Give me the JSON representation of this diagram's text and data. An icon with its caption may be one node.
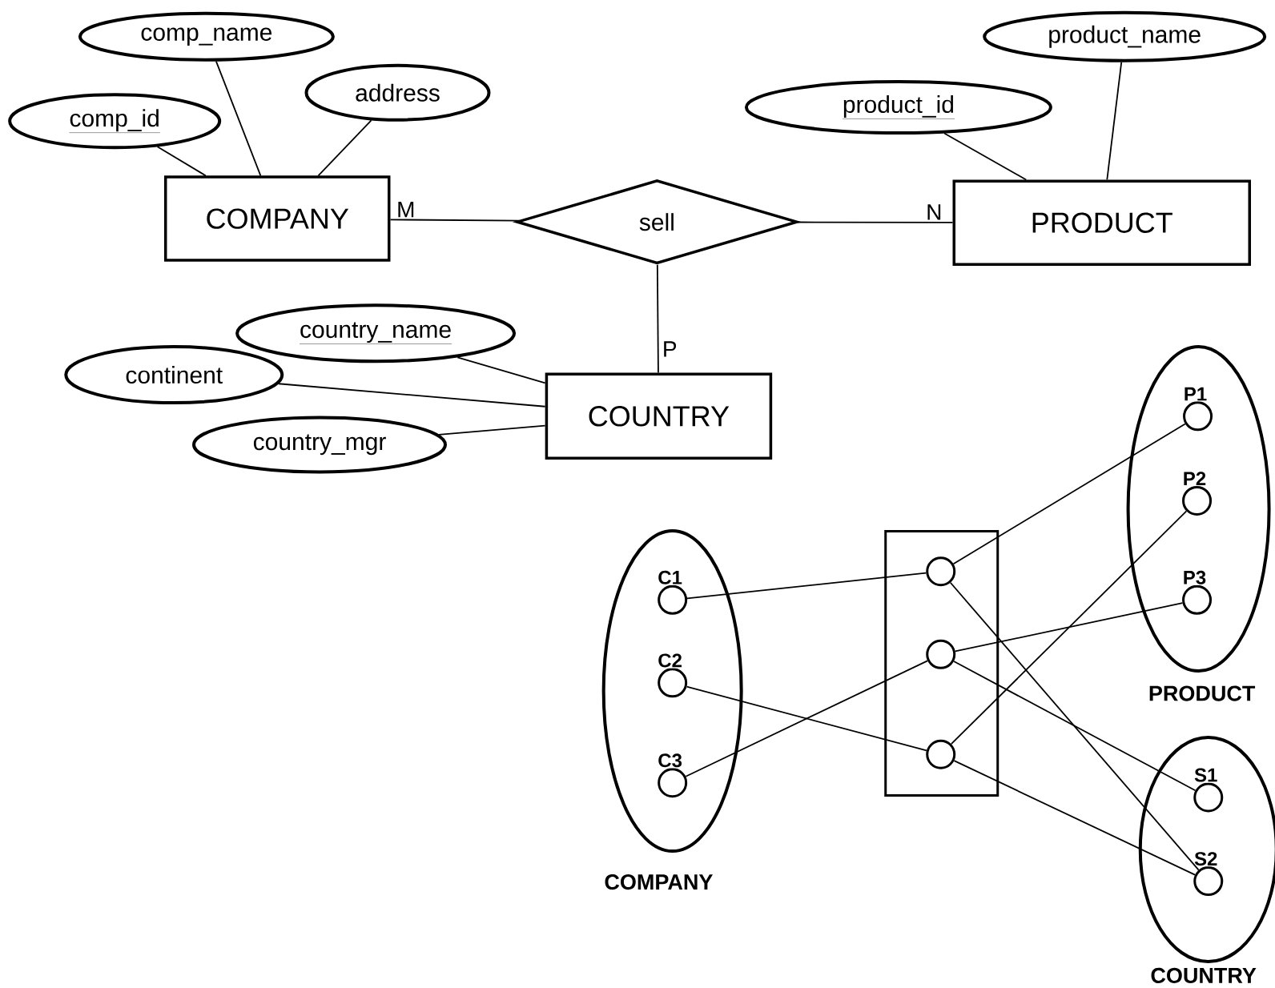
{
  "diagram": {
    "nodes": [
      {
        "text": [
          "COMPANY"
        ]
      },
      {
        "text": [
          "sell"
        ]
      },
      {
        "text": [
          "PRODUCT"
        ]
      },
      {
        "text": [
          "COUNTRY"
        ]
      },
      {
        "text": [
          "comp_name"
        ]
      },
      {
        "text": [
          "address"
        ]
      },
      {
        "text": [
          "comp_id"
        ]
      },
      {
        "text": [
          "product_name"
        ]
      },
      {
        "text": [
          "product_id"
        ]
      },
      {
        "text": [
          "country_name"
        ]
      },
      {
        "text": [
          "continent"
        ]
      },
      {
        "text": [
          "country_mgr"
        ]
      },
      {
        "text": [
          "COMPANY"
        ]
      },
      {
        "text": [
          "C1"
        ],
        "in": 12
      },
      {
        "text": [
          "C2"
        ],
        "in": 12
      },
      {
        "text": [
          "C3"
        ],
        "in": 12
      },
      {
        "text": [],
        "shape": "box"
      },
      {
        "text": [],
        "shape": "circle",
        "in": 16
      },
      {
        "text": [],
        "shape": "circle",
        "in": 16
      },
      {
        "text": [],
        "shape": "circle",
        "in": 16
      },
      {
        "text": [
          "PRODUCT"
        ]
      },
      {
        "text": [
          "P1"
        ],
        "in": 20
      },
      {
        "text": [
          "P2"
        ],
        "in": 20
      },
      {
        "text": [
          "P3"
        ],
        "in": 20
      },
      {
        "text": [
          "COUNTRY"
        ]
      },
      {
        "text": [
          "S1"
        ],
        "in": 24
      },
      {
        "text": [
          "S2"
        ],
        "in": 24
      }
    ],
    "edges": [
      {
        "from": 4,
        "to": 0,
        "arrow": "none"
      },
      {
        "from": 5,
        "to": 0,
        "arrow": "none"
      },
      {
        "from": 6,
        "to": 0,
        "arrow": "none"
      },
      {
        "from": 8,
        "to": 2,
        "arrow": "none"
      },
      {
        "from": 7,
        "to": 2,
        "arrow": "none"
      },
      {
        "from": 0,
        "to": 1,
        "arrow": "none",
        "label": "M"
      },
      {
        "from": 1,
        "to": 2,
        "arrow": "none",
        "label": "N"
      },
      {
        "from": 1,
        "to": 3,
        "arrow": "none",
        "label": "P"
      },
      {
        "from": 9,
        "to": 3,
        "arrow": "none"
      },
      {
        "from": 10,
        "to": 3,
        "arrow": "none"
      },
      {
        "from": 11,
        "to": 3,
        "arrow": "none"
      },
      {
        "from": 13,
        "to": 17,
        "arrow": "none"
      },
      {
        "from": 17,
        "to": 21,
        "arrow": "none"
      },
      {
        "from": 17,
        "to": 26,
        "arrow": "none"
      },
      {
        "from": 15,
        "to": 18,
        "arrow": "none"
      },
      {
        "from": 18,
        "to": 23,
        "arrow": "none"
      },
      {
        "from": 18,
        "to": 25,
        "arrow": "none"
      },
      {
        "from": 14,
        "to": 19,
        "arrow": "none"
      },
      {
        "from": 19,
        "to": 22,
        "arrow": "none"
      },
      {
        "from": 19,
        "to": 26,
        "arrow": "none"
      }
    ]
  }
}
